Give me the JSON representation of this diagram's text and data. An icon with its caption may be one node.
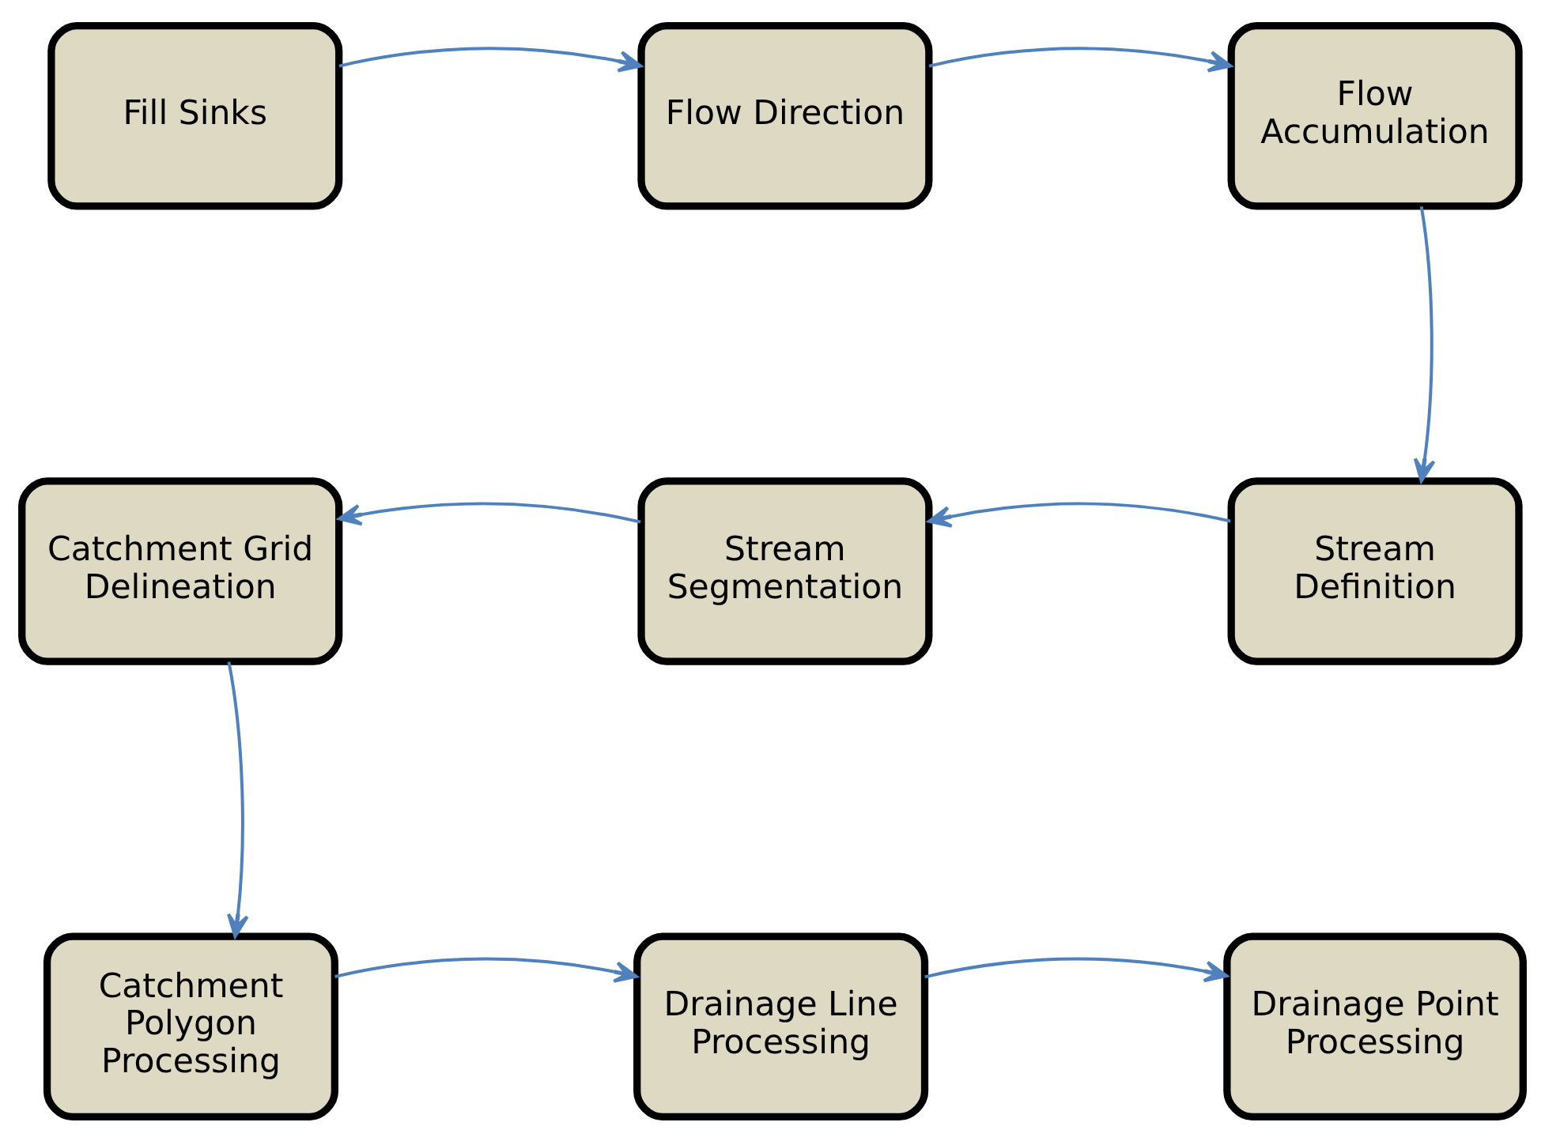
{
  "diagram": {
    "nodes": [
      {
        "text": [
          "Fill Sinks"
        ]
      },
      {
        "text": [
          "Flow Direction"
        ]
      },
      {
        "text": [
          "Flow Accumulation"
        ]
      },
      {
        "text": [
          "Catchment Grid Delineation"
        ]
      },
      {
        "text": [
          "Stream Segmentation"
        ]
      },
      {
        "text": [
          "Stream Definition"
        ]
      },
      {
        "text": [
          "Catchment Polygon Processing"
        ]
      },
      {
        "text": [
          "Drainage Line Processing"
        ]
      },
      {
        "text": [
          "Drainage Point Processing"
        ]
      }
    ],
    "edges": [
      {
        "from": 0,
        "to": 1,
        "arrow": "to"
      },
      {
        "from": 1,
        "to": 2,
        "arrow": "to"
      },
      {
        "from": 2,
        "to": 5,
        "arrow": "to"
      },
      {
        "from": 5,
        "to": 4,
        "arrow": "to"
      },
      {
        "from": 4,
        "to": 3,
        "arrow": "to"
      },
      {
        "from": 3,
        "to": 6,
        "arrow": "to"
      },
      {
        "from": 6,
        "to": 7,
        "arrow": "to"
      },
      {
        "from": 7,
        "to": 8,
        "arrow": "to"
      }
    ]
  }
}
